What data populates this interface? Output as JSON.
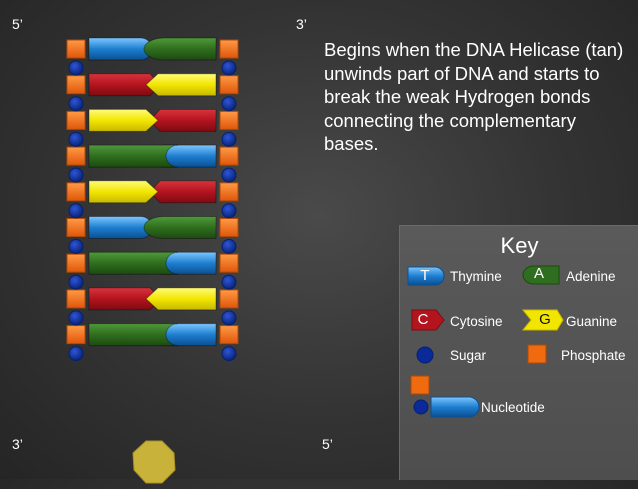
{
  "labels": {
    "top_left": "5’",
    "top_right": "3’",
    "bottom_left": "3’",
    "bottom_right": "5’"
  },
  "description": "Begins when the DNA Helicase (tan) unwinds part of DNA and starts to break the weak Hydrogen bonds connecting the complementary bases.",
  "key": {
    "title": "Key",
    "thymine": {
      "letter": "T",
      "label": "Thymine"
    },
    "adenine": {
      "letter": "A",
      "label": "Adenine"
    },
    "cytosine": {
      "letter": "C",
      "label": "Cytosine"
    },
    "guanine": {
      "letter": "G",
      "label": "Guanine"
    },
    "sugar": {
      "label": "Sugar"
    },
    "phosphate": {
      "label": "Phosphate"
    },
    "nucleotide": {
      "label": "Nucleotide"
    }
  },
  "base_pairs": [
    [
      "T",
      "A"
    ],
    [
      "C",
      "G"
    ],
    [
      "G",
      "C"
    ],
    [
      "A",
      "T"
    ],
    [
      "G",
      "C"
    ],
    [
      "T",
      "A"
    ],
    [
      "A",
      "T"
    ],
    [
      "C",
      "G"
    ],
    [
      "A",
      "T"
    ]
  ],
  "colors": {
    "thymine": "#1e7fd0",
    "adenine": "#2f6e1e",
    "cytosine": "#b3141e",
    "guanine": "#f2e600",
    "sugar": "#0b2a9a",
    "phosphate": "#f06a10",
    "helicase": "#c9b23a"
  }
}
